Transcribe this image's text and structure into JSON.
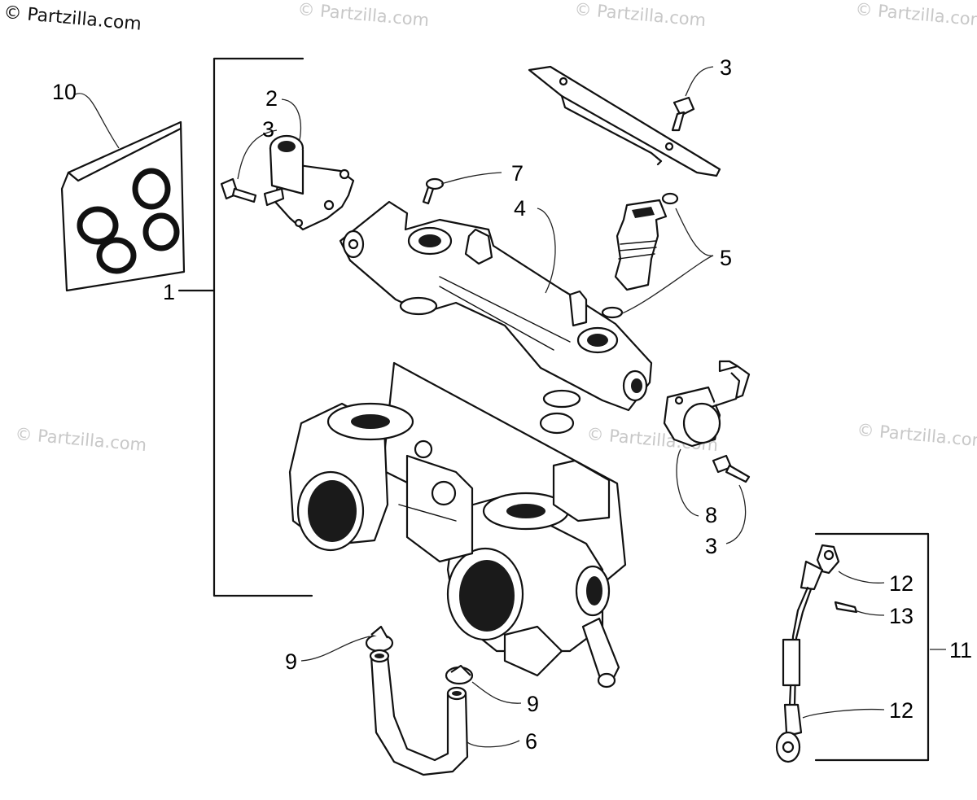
{
  "watermark": {
    "main": "© Partzilla.com",
    "faint": "© Partzilla.com"
  },
  "callouts": {
    "c1": "1",
    "c2": "2",
    "c3a": "3",
    "c3b": "3",
    "c3c": "3",
    "c4": "4",
    "c5": "5",
    "c6": "6",
    "c7": "7",
    "c8": "8",
    "c9a": "9",
    "c9b": "9",
    "c10": "10",
    "c11": "11",
    "c12a": "12",
    "c12b": "12",
    "c13": "13"
  },
  "parts": [
    {
      "ref": "1",
      "name": "throttle-body-assembly"
    },
    {
      "ref": "2",
      "name": "fuel-pressure-regulator"
    },
    {
      "ref": "3",
      "name": "screw"
    },
    {
      "ref": "4",
      "name": "fuel-rail"
    },
    {
      "ref": "5",
      "name": "fuel-injector-with-o-rings"
    },
    {
      "ref": "6",
      "name": "hose"
    },
    {
      "ref": "7",
      "name": "screw"
    },
    {
      "ref": "8",
      "name": "sensor"
    },
    {
      "ref": "9",
      "name": "hose-clamp"
    },
    {
      "ref": "10",
      "name": "gasket"
    },
    {
      "ref": "11",
      "name": "ground-wire-assembly"
    },
    {
      "ref": "12",
      "name": "terminal"
    },
    {
      "ref": "13",
      "name": "insulator-sleeve"
    }
  ]
}
